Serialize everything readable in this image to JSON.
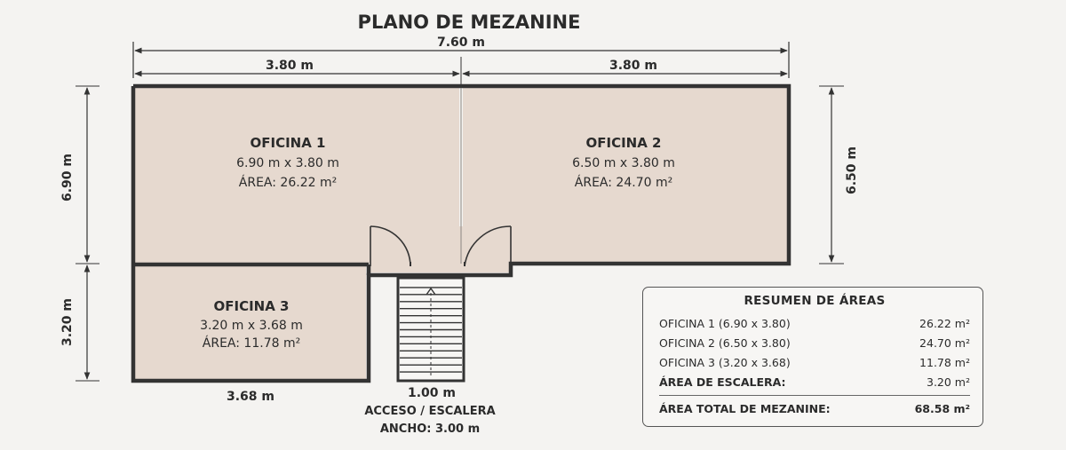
{
  "title": "PLANO DE MEZANINE",
  "dimensions": {
    "total_width": "7.60 m",
    "left_width": "3.80 m",
    "right_width": "3.80 m",
    "left_upper_height": "6.90 m",
    "left_lower_height": "3.20 m",
    "right_height": "6.50 m",
    "oficina3_width": "3.68 m",
    "stair_width": "1.00 m"
  },
  "rooms": [
    {
      "name": "OFICINA 1",
      "size": "6.90 m x 3.80 m",
      "area": "ÁREA: 26.22 m²"
    },
    {
      "name": "OFICINA 2",
      "size": "6.50 m x 3.80 m",
      "area": "ÁREA: 24.70 m²"
    },
    {
      "name": "OFICINA 3",
      "size": "3.20 m x 3.68 m",
      "area": "ÁREA: 11.78 m²"
    }
  ],
  "access": {
    "label": "ACCESO / ESCALERA",
    "width": "ANCHO: 3.00 m"
  },
  "summary": {
    "title": "RESUMEN DE ÁREAS",
    "rows": [
      {
        "label": "OFICINA 1 (6.90 x 3.80)",
        "value": "26.22 m²"
      },
      {
        "label": "OFICINA 2 (6.50 x 3.80)",
        "value": "24.70 m²"
      },
      {
        "label": "OFICINA 3 (3.20 x 3.68)",
        "value": "11.78 m²"
      },
      {
        "label": "ÁREA DE ESCALERA:",
        "value": "3.20 m²"
      }
    ],
    "total_label": "ÁREA TOTAL DE MEZANINE:",
    "total_value": "68.58 m²"
  },
  "colors": {
    "room_fill": "#e6d9cf",
    "wall": "#333333",
    "background": "#f4f3f1"
  }
}
